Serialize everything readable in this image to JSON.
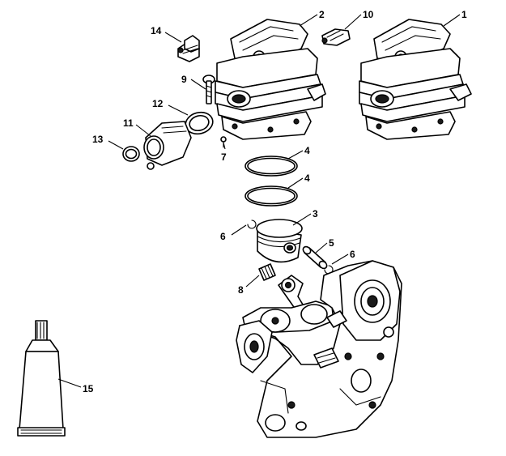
{
  "callouts": {
    "c1": "1",
    "c2": "2",
    "c3": "3",
    "c4a": "4",
    "c4b": "4",
    "c5": "5",
    "c6a": "6",
    "c6b": "6",
    "c7": "7",
    "c8": "8",
    "c9": "9",
    "c10": "10",
    "c11": "11",
    "c12": "12",
    "c13": "13",
    "c14": "14",
    "c15": "15"
  }
}
